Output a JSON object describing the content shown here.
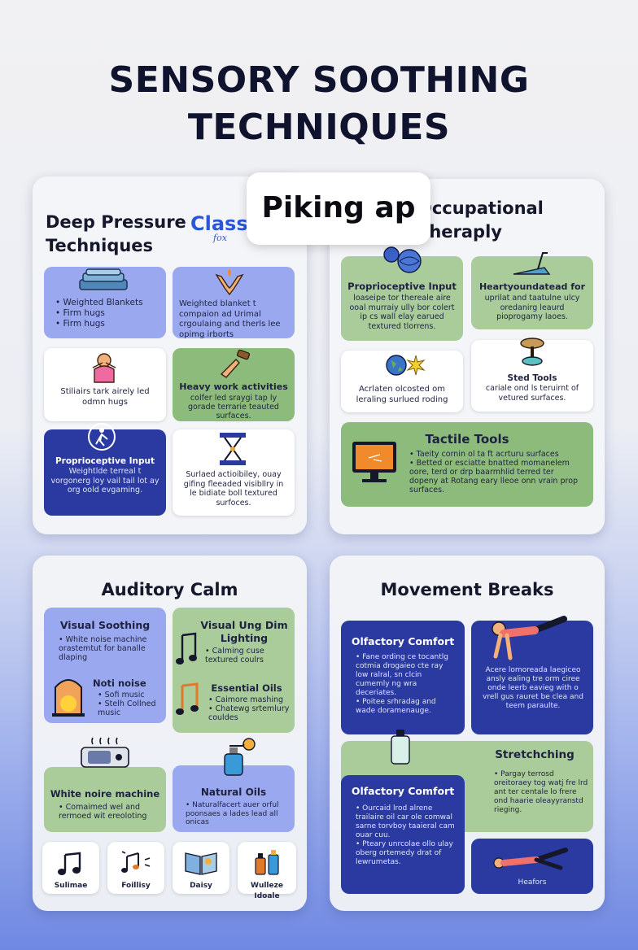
{
  "title": "SENSORY SOOTHING TECHNIQUES",
  "overlay_text": "Piking ap",
  "logo": {
    "text": "Class",
    "sub": "fox"
  },
  "panel1": {
    "title_l1": "Deep Pressure",
    "title_l2": "Techniques",
    "cards": [
      {
        "items": [
          "Weighted Blankets",
          "Firm hugs",
          "Firm hugs"
        ]
      },
      {
        "text": "Weighted blanket t compaion ad Urimal crgoulaing and therls lee opimg irborts"
      },
      {
        "text": "Stiliairs tark airely led odmn hugs"
      },
      {
        "title": "Heavy work activities",
        "text": "colfer led sraygi tap ly gorade terrarie teauted surfaces."
      },
      {
        "title": "Proprioceptive Input",
        "text": "Weightlde terreal t vorgonerg loy vail tail lot ay org oold evgaming."
      },
      {
        "text": "Surlaed actioibiley, ouay gifing fleeaded visibllry in le bidiate boll textured surfoces."
      }
    ]
  },
  "panel2": {
    "title_l1": "Occupational",
    "title_l2": "Theraply",
    "cards": [
      {
        "title": "Proprioceptive Input",
        "text": "loaseipe tor thereale aire ooal murraiy ully bor colert ip cs wall elay earued textured tlorrens."
      },
      {
        "title": "Heartyoundatead for",
        "text": "uprilat and taatulne ulcy oredanirg leaurd pioprogamy laoes."
      },
      {
        "text": "Acrlaten olcosted om leraling surlued roding"
      },
      {
        "title": "Sted Tools",
        "text": "cariale ond ls teruirnt of vetured surfaces."
      },
      {
        "title": "Tactile Tools",
        "items": [
          "Taeity cornin ol ta ft acrturu surfaces",
          "Betted or esciatte bnatted momanelem oore, terd or drp baarmhlid terred ter dopeny at Rotang eary lleoe onn vrain prop surfaces."
        ]
      }
    ]
  },
  "panel3": {
    "title": "Auditory Calm",
    "cards": [
      {
        "title": "Visual Soothing",
        "items": [
          "White noise machine orastemtut for banalle dlaping"
        ]
      },
      {
        "title": "Visual Ung Dim Lighting",
        "items": [
          "Calming cuse textured coulrs"
        ]
      },
      {
        "title": "Noti noise",
        "items": [
          "Sofi music",
          "Stelh Collned music"
        ]
      },
      {
        "title": "Essential Oils",
        "items": [
          "Caimore mashing",
          "Chatewg srtemlury couldes"
        ]
      },
      {
        "title": "White noire machine",
        "items": [
          "Comaimed wel and rermoed wit ereoloting"
        ]
      },
      {
        "title": "Natural Oils",
        "items": [
          "Naturalfacert auer orful poonsaes a lades lead all onicas"
        ]
      }
    ],
    "small": [
      "Sulimae",
      "Foillisy",
      "Daisy",
      "Wulleze Idoale"
    ]
  },
  "panel4": {
    "title": "Movement Breaks",
    "cards": [
      {
        "title": "Olfactory Comfort",
        "items": [
          "Fane ording ce tocantlg cotmia drogaieo cte ray low ralral, sn clcin cumemly ng wra deceriates.",
          "Poitee srhradag and wade doramenauge."
        ]
      },
      {
        "text": "Acere lomoreada laegiceo ansly ealing tre orm ciree onde leerb eavieg with o vrell gus rauret be clea and teem paraulte."
      },
      {
        "title": "Stretchching",
        "items": [
          "Pargay terrosd oreitoraey tog watj fre lrd ant ter centale lo frere ond haarie oleayyranstd rieging."
        ]
      },
      {
        "title": "Olfactory Comfort",
        "items": [
          "Ourcaid lrod alrene trailaire oil car ole comwal sarne torvboy taaieral cam ouar cuu.",
          "Pteary unrcolae ollo ulay oberg ortemedy drat of lewrumetas."
        ]
      },
      {
        "text": "Heafors"
      }
    ]
  },
  "colors": {
    "blue": "#9aa9ef",
    "green": "#8dbb7b",
    "navy": "#2a3aa0",
    "title": "#10132e"
  }
}
